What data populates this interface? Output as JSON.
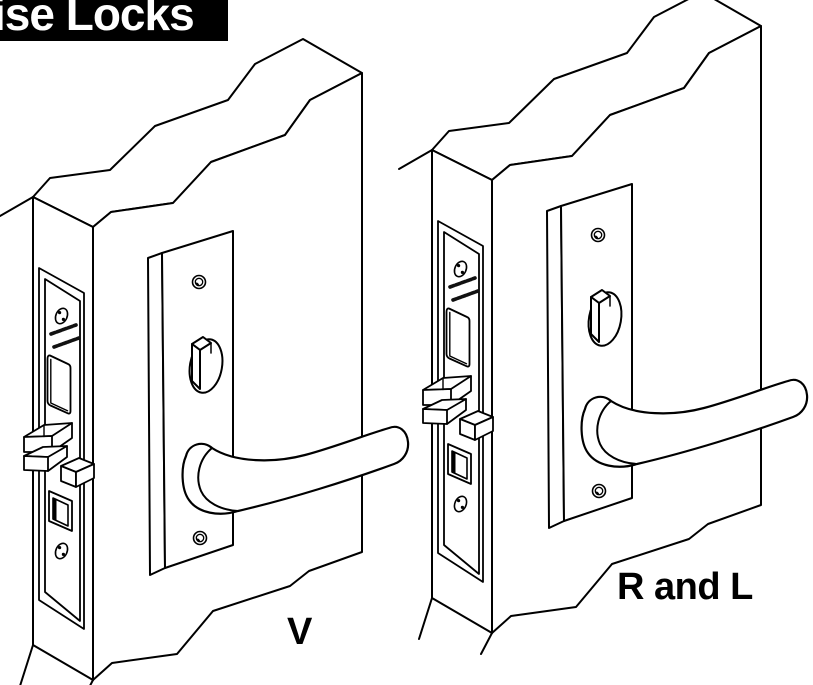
{
  "banner": {
    "text": "ise Locks",
    "background": "#000000",
    "color": "#ffffff"
  },
  "labels": {
    "left_variant": "V",
    "right_variant": "R and L"
  },
  "illustration": {
    "type": "isometric-line-drawing",
    "stroke_color": "#000000",
    "background": "#ffffff",
    "parts": [
      "door-corner",
      "mortise-faceplate",
      "faceplate-screw-top",
      "certification-stamp",
      "deadbolt-aperture",
      "latchbolt",
      "deadlatch",
      "latch-aperture",
      "faceplate-screw-bottom",
      "escutcheon-plate",
      "escutcheon-screw-top",
      "thumbturn",
      "lever-handle",
      "escutcheon-screw-bottom"
    ]
  }
}
